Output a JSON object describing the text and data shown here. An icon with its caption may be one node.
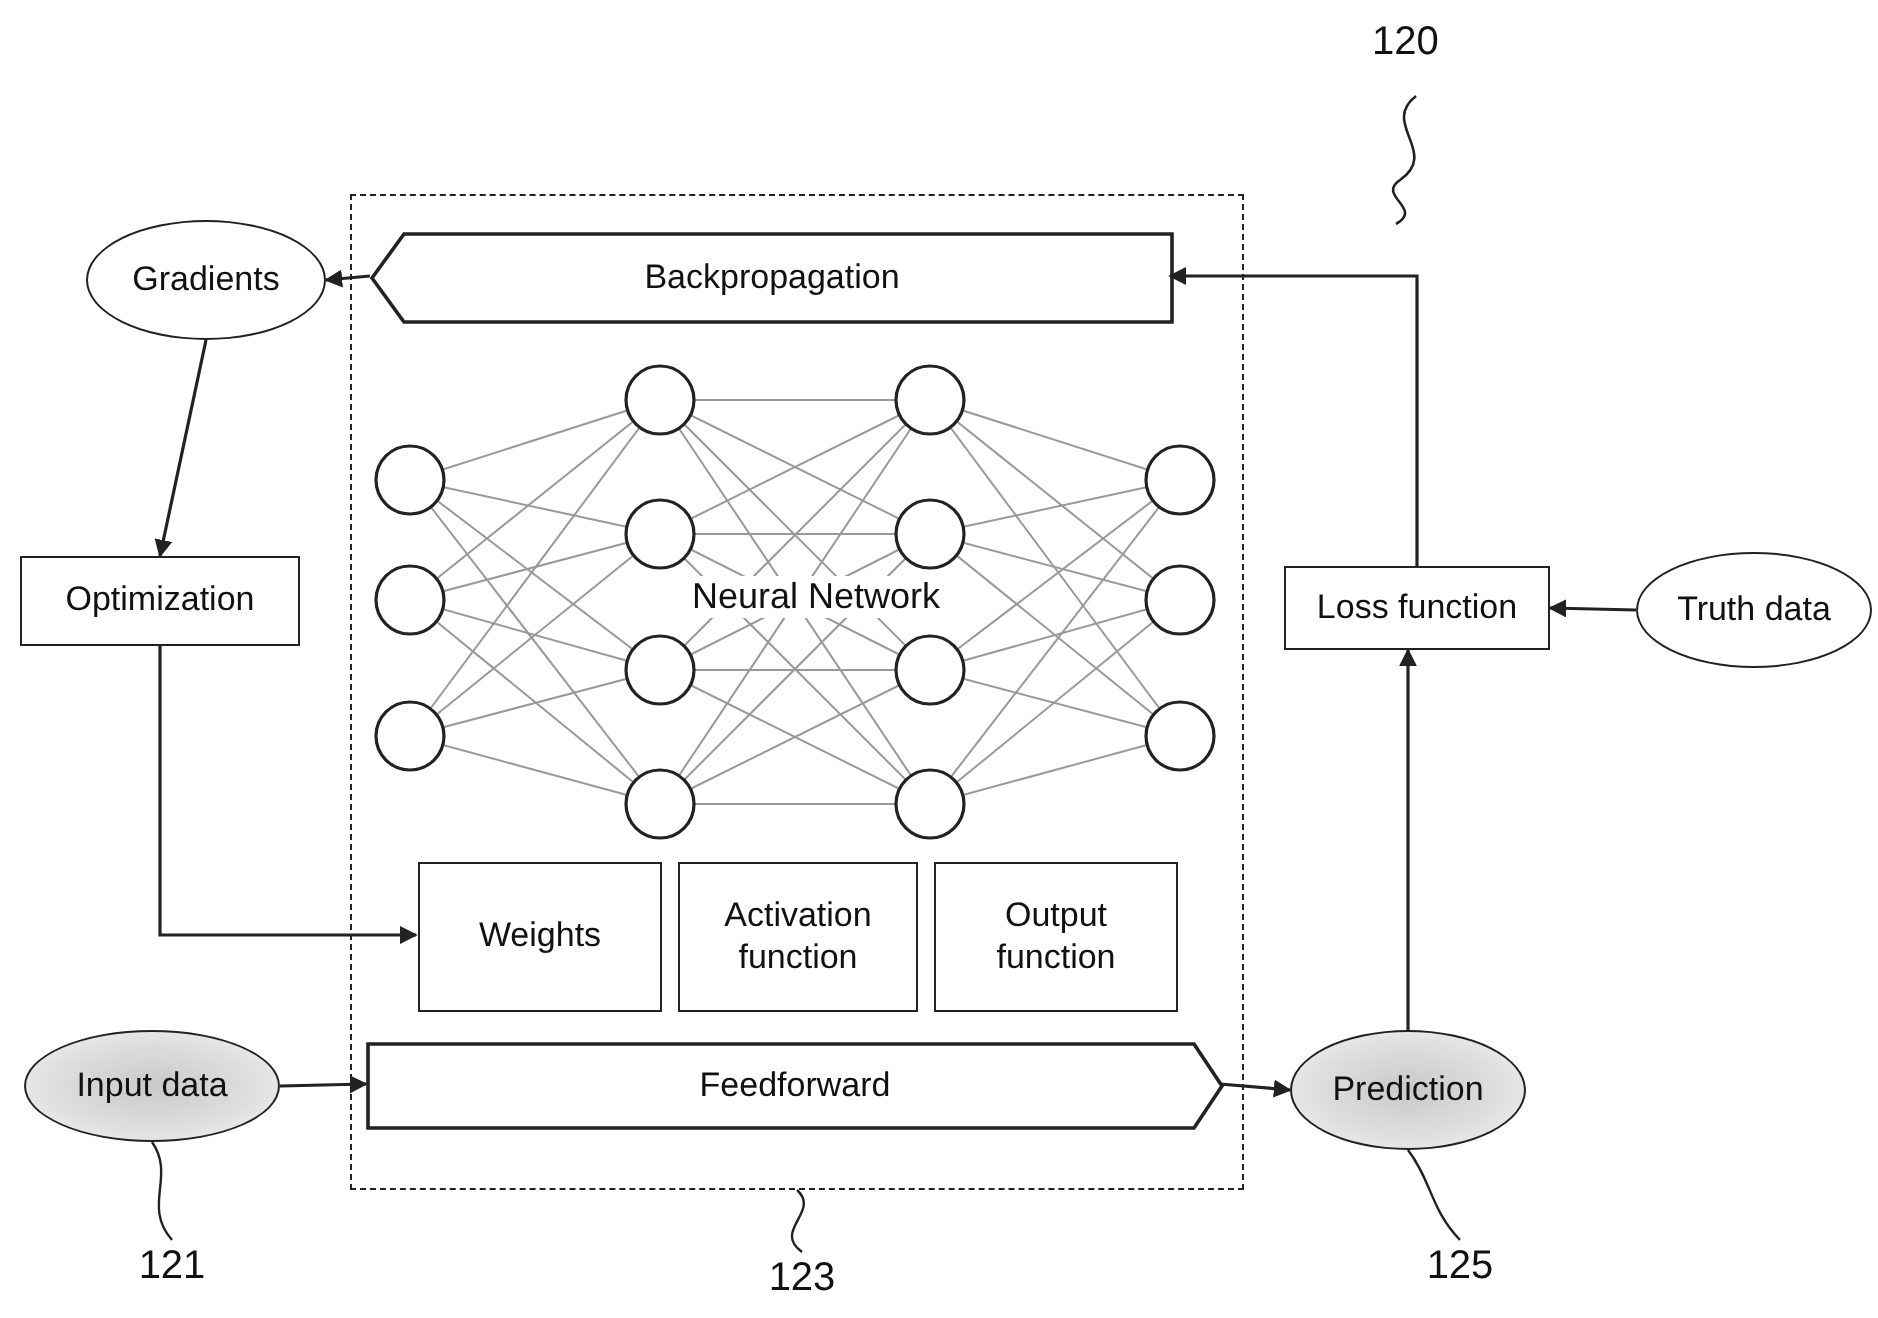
{
  "diagram": {
    "nodes": [
      {
        "text": [
          "Gradients"
        ]
      },
      {
        "text": [],
        "shape": "box"
      },
      {
        "text": [
          "Backpropagation"
        ],
        "in": 1
      },
      {
        "text": [
          "Optimization"
        ]
      },
      {
        "text": [
          "Loss function"
        ]
      },
      {
        "text": [
          "Truth data"
        ]
      },
      {
        "text": [
          "Weights"
        ],
        "in": 1
      },
      {
        "text": [
          "Activation function"
        ],
        "in": 1
      },
      {
        "text": [
          "Output function"
        ],
        "in": 1
      },
      {
        "text": [
          "Input data"
        ]
      },
      {
        "text": [
          "Feedforward"
        ],
        "in": 1
      },
      {
        "text": [
          "Prediction"
        ]
      },
      {
        "text": [
          "121"
        ]
      },
      {
        "text": [
          "123"
        ]
      },
      {
        "text": [
          "125"
        ]
      }
    ],
    "edges": [
      {
        "from": 2,
        "to": 0,
        "arrow": "to"
      },
      {
        "from": 0,
        "to": 3,
        "arrow": "to"
      },
      {
        "from": 3,
        "to": 6,
        "arrow": "to"
      },
      {
        "from": 9,
        "to": 10,
        "arrow": "to"
      },
      {
        "from": 10,
        "to": 11,
        "arrow": "to"
      },
      {
        "from": 11,
        "to": 4,
        "arrow": "to"
      },
      {
        "from": 5,
        "to": 4,
        "arrow": "to"
      },
      {
        "from": 4,
        "to": 2,
        "arrow": "to"
      },
      {
        "from": 12,
        "to": 9,
        "arrow": "none"
      },
      {
        "from": 13,
        "to": 1,
        "arrow": "none"
      },
      {
        "from": 14,
        "to": 11,
        "arrow": "none"
      }
    ],
    "labels": [
      "120",
      "Neural Network"
    ]
  }
}
